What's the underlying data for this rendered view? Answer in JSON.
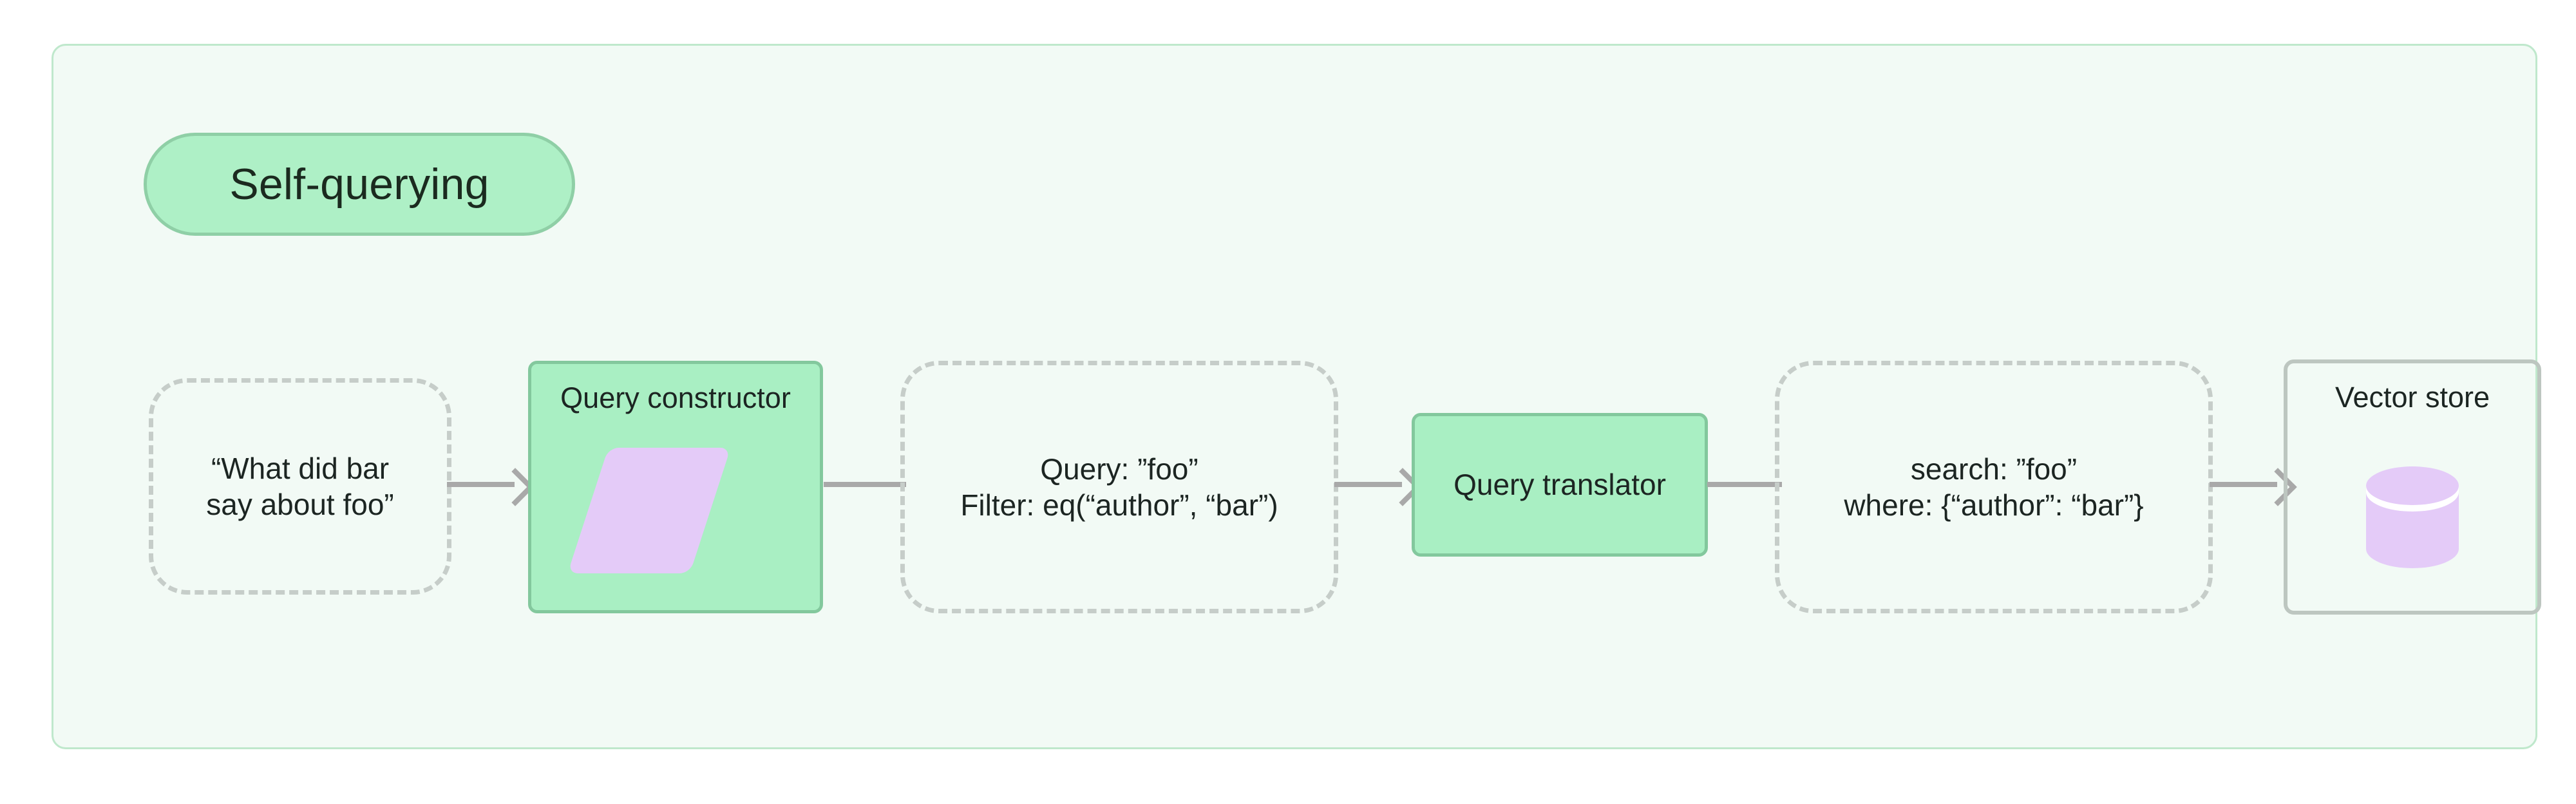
{
  "diagram": {
    "title": "Self-querying",
    "background_color": "#F2FAF5",
    "frame_border_color": "#BFE8CC",
    "accent_green": "#A9EFC3",
    "accent_green_border": "#83C89D",
    "accent_purple": "#E4CBF8",
    "dashed_border_color": "#C6CDC9",
    "connector_color": "#A9A9A9",
    "text_color": "#1C2522"
  },
  "nodes": {
    "user_question": {
      "line1": "“What did bar",
      "line2": "say about foo”",
      "shape": "dashed-rounded-rect"
    },
    "query_constructor": {
      "label": "Query constructor",
      "shape": "rounded-rect",
      "inner_icon": "parallelogram-icon"
    },
    "structured_query": {
      "line1": "Query: ”foo”",
      "line2": "Filter: eq(“author”, “bar”)",
      "shape": "dashed-rounded-rect"
    },
    "query_translator": {
      "label": "Query translator",
      "shape": "rounded-rect"
    },
    "translated_query": {
      "line1": "search: ”foo”",
      "line2": "where: {“author”: “bar”}",
      "shape": "dashed-rounded-rect"
    },
    "vector_store": {
      "label": "Vector store",
      "shape": "rounded-rect-outline",
      "inner_icon": "database-cylinder-icon"
    }
  },
  "edges": [
    {
      "from": "user_question",
      "to": "query_constructor",
      "arrow": true
    },
    {
      "from": "query_constructor",
      "to": "structured_query",
      "arrow": false
    },
    {
      "from": "structured_query",
      "to": "query_translator",
      "arrow": true
    },
    {
      "from": "query_translator",
      "to": "translated_query",
      "arrow": false
    },
    {
      "from": "translated_query",
      "to": "vector_store",
      "arrow": true
    }
  ]
}
